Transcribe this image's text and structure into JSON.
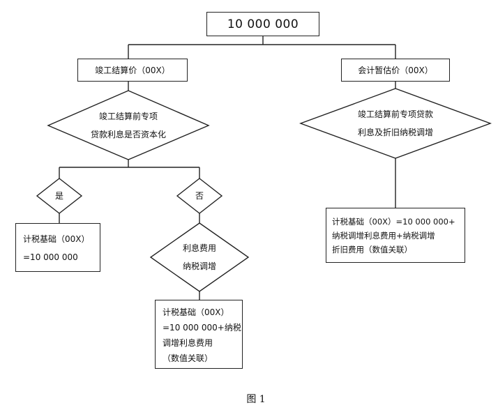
{
  "root": {
    "value": "10 000 000"
  },
  "left_branch": {
    "label": "竣工结算价（00X）",
    "decision": [
      "竣工结算前专项",
      "贷款利息是否资本化"
    ],
    "yes": {
      "label": "是",
      "result": [
        "计税基础（00X）",
        "=10 000 000"
      ]
    },
    "no": {
      "label": "否",
      "decision": [
        "利息费用",
        "纳税调增"
      ],
      "result": [
        "计税基础（00X）",
        "=10 000 000+纳税",
        "调增利息费用",
        "（数值关联）"
      ]
    }
  },
  "right_branch": {
    "label": "会计暂估价（00X）",
    "decision": [
      "竣工结算前专项贷款",
      "利息及折旧纳税调增"
    ],
    "result": [
      "计税基础（00X）=10 000 000+",
      "纳税调增利息费用+纳税调增",
      "折旧费用（数值关联）"
    ]
  },
  "caption": "图 1"
}
